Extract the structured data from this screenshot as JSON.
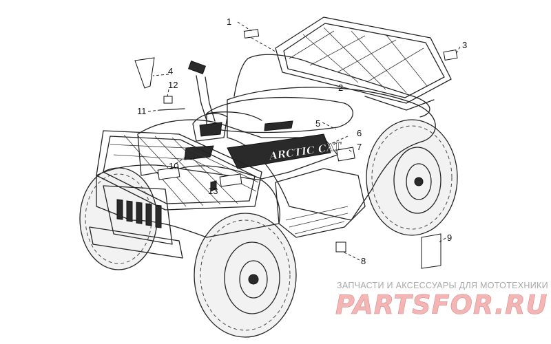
{
  "callouts": [
    "1",
    "2",
    "3",
    "4",
    "5",
    "6",
    "7",
    "8",
    "9",
    "10",
    "11",
    "12",
    "13"
  ],
  "brand_text": "ARCTIC CAT",
  "watermark": {
    "caption": "ЗАПЧАСТИ И АКСЕССУАРЫ ДЛЯ МОТОТЕХНИКИ",
    "logo": "PARTSFOR.RU"
  },
  "colors": {
    "line": "#222222",
    "watermark_logo": "#f4b5b5",
    "watermark_caption": "#a8a8a8"
  }
}
